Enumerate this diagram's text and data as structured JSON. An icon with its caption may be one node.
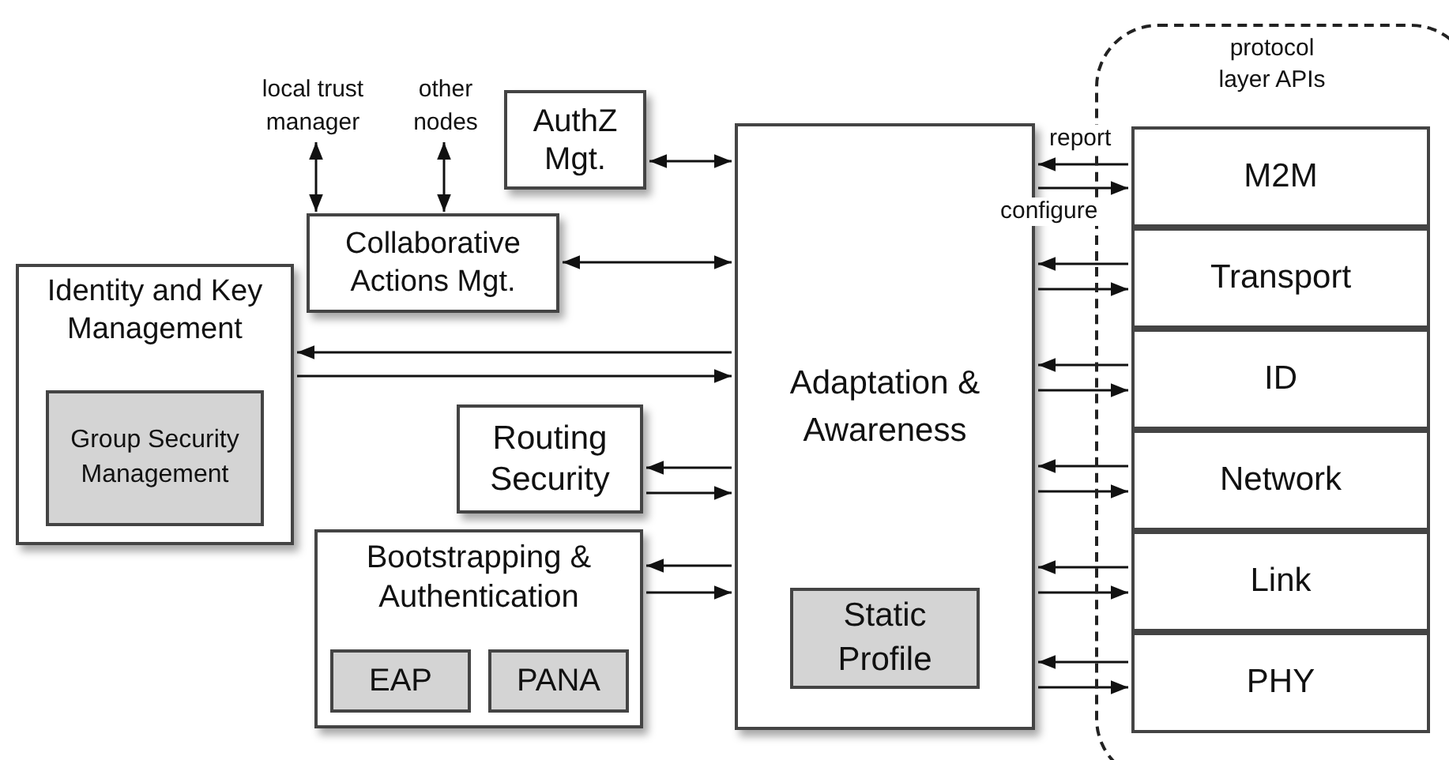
{
  "diagram": {
    "nodes": [
      {
        "text": [
          "local trust manager"
        ]
      },
      {
        "text": [
          "other nodes"
        ]
      },
      {
        "text": [
          "AuthZ Mgt."
        ]
      },
      {
        "text": [
          "Collaborative Actions Mgt."
        ]
      },
      {
        "text": [
          "Identity and Key Management"
        ]
      },
      {
        "text": [
          "Group Security Management"
        ],
        "in": 4
      },
      {
        "text": [
          "Routing Security"
        ]
      },
      {
        "text": [
          "Bootstrapping & Authentication"
        ]
      },
      {
        "text": [
          "EAP"
        ],
        "in": 7
      },
      {
        "text": [
          "PANA"
        ],
        "in": 7
      },
      {
        "text": [
          "Adaptation & Awareness"
        ]
      },
      {
        "text": [
          "Static Profile"
        ],
        "in": 10
      },
      {
        "text": [
          "protocol layer APIs"
        ]
      },
      {
        "text": [
          "M2M"
        ],
        "in": 12
      },
      {
        "text": [
          "Transport"
        ],
        "in": 12
      },
      {
        "text": [
          "ID"
        ],
        "in": 12
      },
      {
        "text": [
          "Network"
        ],
        "in": 12
      },
      {
        "text": [
          "Link"
        ],
        "in": 12
      },
      {
        "text": [
          "PHY"
        ],
        "in": 12
      }
    ],
    "edges": [
      {
        "from": 0,
        "to": 3,
        "arrow": "both"
      },
      {
        "from": 1,
        "to": 3,
        "arrow": "both"
      },
      {
        "from": 2,
        "to": 10,
        "arrow": "both"
      },
      {
        "from": 3,
        "to": 10,
        "arrow": "both"
      },
      {
        "from": 10,
        "to": 4,
        "arrow": "to"
      },
      {
        "from": 4,
        "to": 10,
        "arrow": "to"
      },
      {
        "from": 10,
        "to": 6,
        "arrow": "to"
      },
      {
        "from": 6,
        "to": 10,
        "arrow": "to"
      },
      {
        "from": 10,
        "to": 7,
        "arrow": "to"
      },
      {
        "from": 7,
        "to": 10,
        "arrow": "to"
      },
      {
        "from": 13,
        "to": 10,
        "arrow": "to",
        "label": "report"
      },
      {
        "from": 10,
        "to": 13,
        "arrow": "to",
        "label": "configure"
      },
      {
        "from": 14,
        "to": 10,
        "arrow": "to"
      },
      {
        "from": 10,
        "to": 14,
        "arrow": "to"
      },
      {
        "from": 15,
        "to": 10,
        "arrow": "to"
      },
      {
        "from": 10,
        "to": 15,
        "arrow": "to"
      },
      {
        "from": 16,
        "to": 10,
        "arrow": "to"
      },
      {
        "from": 10,
        "to": 16,
        "arrow": "to"
      },
      {
        "from": 17,
        "to": 10,
        "arrow": "to"
      },
      {
        "from": 10,
        "to": 17,
        "arrow": "to"
      },
      {
        "from": 18,
        "to": 10,
        "arrow": "to"
      },
      {
        "from": 10,
        "to": 18,
        "arrow": "to"
      }
    ]
  }
}
